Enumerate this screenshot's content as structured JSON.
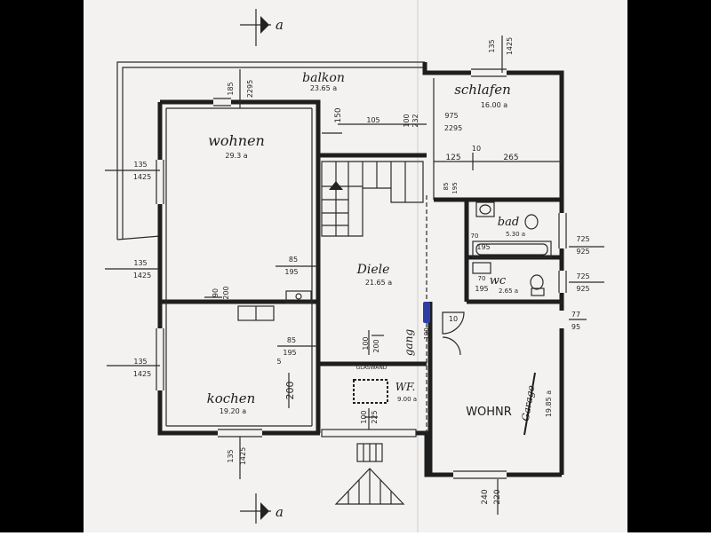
{
  "colors": {
    "paper": "#f3f2f1",
    "ink": "#1e1e1e",
    "marker_blue": "#2d3fa6",
    "frame_left": "#000000",
    "frame_right": "#000000"
  },
  "section_markers": {
    "top": "a",
    "bottom": "a"
  },
  "rooms": {
    "balkon": {
      "name": "balkon",
      "area": "23.65 a"
    },
    "schlafen": {
      "name": "schlafen",
      "area": "16.00 a"
    },
    "wohnen": {
      "name": "wohnen",
      "area": "29.3 a"
    },
    "diele": {
      "name": "Diele",
      "area": "21.65 a"
    },
    "bad": {
      "name": "bad",
      "area": "5.30 a"
    },
    "wc": {
      "name": "wc",
      "area": "2.65 a"
    },
    "kochen": {
      "name": "kochen",
      "area": "19.20 a"
    },
    "wf": {
      "name": "WF.",
      "area": "9.00 a"
    },
    "wohnr": {
      "name": "WOHNR",
      "area": "19.85 a",
      "crossed": "Garage"
    },
    "glaswand": {
      "name": "GLASWAND"
    },
    "gang": {
      "name": "gang"
    }
  },
  "dims": {
    "top_185": "185",
    "top_2295": "2295",
    "top_135": "135",
    "top_1425": "1425",
    "d_150": "150",
    "d_105": "105",
    "d_100": "100",
    "d_232": "232",
    "d_975": "975",
    "d_2295b": "2295",
    "d_10": "10",
    "d_125": "125",
    "d_265": "265",
    "d_85a": "85",
    "d_195a": "195",
    "l_135a": "135",
    "l_1425a": "1425",
    "l_135b": "135",
    "l_1425b": "1425",
    "l_135c": "135",
    "l_1425c": "1425",
    "m_85": "85",
    "m_195": "195",
    "m_90": "90",
    "m_200": "200",
    "m_85b": "85",
    "m_195b": "195",
    "m_5": "5",
    "m_200b": "200",
    "s_100": "100",
    "s_200": "200",
    "g_100": "100",
    "g_225": "225",
    "g_10": "10",
    "g_100b": "100",
    "b_70": "70",
    "b_195": "195",
    "w_70": "70",
    "w_195": "195",
    "r_725a": "725",
    "r_925a": "925",
    "r_725b": "725",
    "r_925b": "925",
    "r_77": "77",
    "r_95": "95",
    "bt_135": "135",
    "bt_1425": "1425",
    "bt_240": "240",
    "bt_220": "220"
  }
}
